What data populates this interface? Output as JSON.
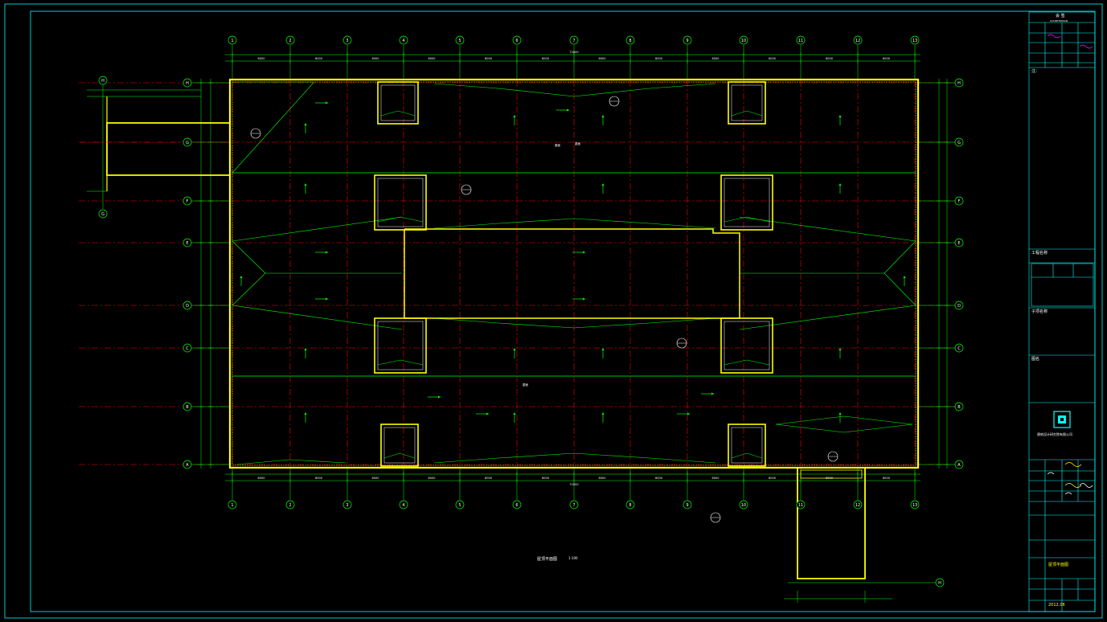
{
  "drawing": {
    "caption": "屋顶平面图",
    "scale": "1:100",
    "column_axes": [
      "1",
      "2",
      "3",
      "4",
      "5",
      "6",
      "7",
      "8",
      "9",
      "10",
      "11",
      "12",
      "13"
    ],
    "row_axes": [
      "H",
      "G",
      "F",
      "E",
      "D",
      "C",
      "B",
      "A"
    ],
    "ext_row_axes": [
      "H",
      "G",
      "H"
    ],
    "top_dims": [
      "6000",
      "6000",
      "6000",
      "6000",
      "6000",
      "6000",
      "6000",
      "6000",
      "6000",
      "6000",
      "6000",
      "6000"
    ],
    "overall_dim": "72000",
    "region_labels": [
      "屋面",
      "屋面",
      "屋面"
    ],
    "colors": {
      "background": "#000000",
      "wall": "#ffff00",
      "grid_axis": "#00ff00",
      "center_line": "#ff0000",
      "frame": "#00ffff",
      "text": "#ffffff"
    }
  },
  "title_block": {
    "header": "会  签",
    "header_sub": "COUNTERSIGN",
    "sections": [
      "注：",
      "工程名称",
      "子项名称",
      "图名"
    ],
    "company": "建筑设计研究院有限公司",
    "sheet_title": "屋顶平面图",
    "date": "2012.06"
  }
}
